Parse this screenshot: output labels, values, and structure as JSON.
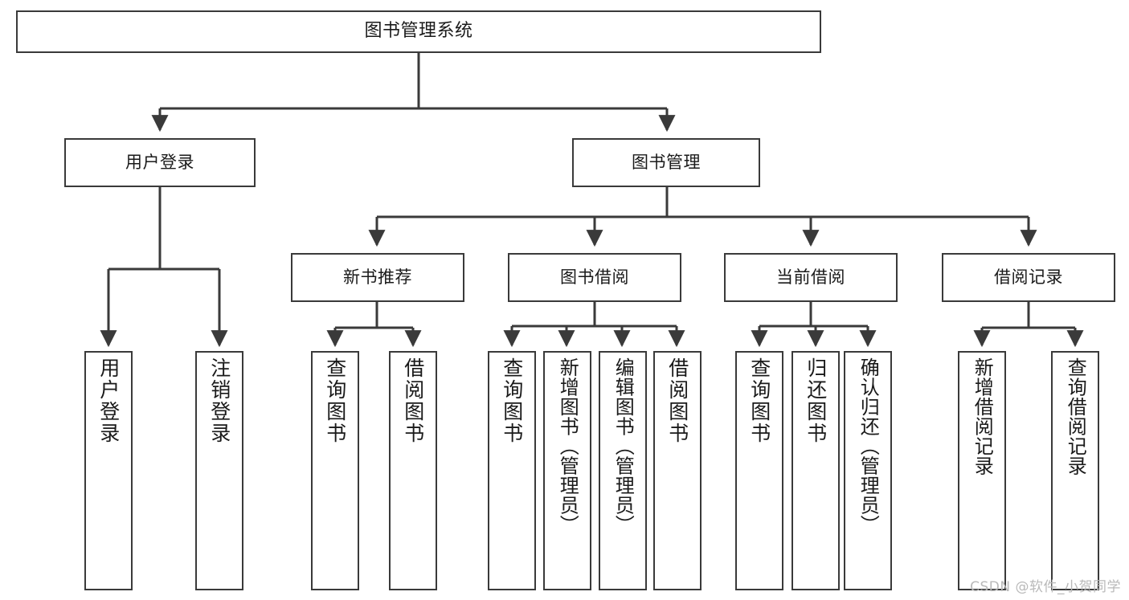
{
  "diagram": {
    "type": "tree-hierarchy-chart",
    "title": "图书管理系统",
    "watermark": "CSDN @软件_小贺同学",
    "colors": {
      "background": "#ffffff",
      "node_border": "#3a3a3a",
      "node_fill": "#ffffff",
      "connector": "#3a3a3a",
      "text": "#1a1a1a",
      "watermark": "#b9b9b9"
    },
    "root": {
      "label": "图书管理系统"
    },
    "level2": [
      {
        "label": "用户登录"
      },
      {
        "label": "图书管理"
      }
    ],
    "level3": [
      {
        "label": "新书推荐"
      },
      {
        "label": "图书借阅"
      },
      {
        "label": "当前借阅"
      },
      {
        "label": "借阅记录"
      }
    ],
    "leaves": {
      "user_login": [
        {
          "label": "用户登录"
        },
        {
          "label": "注销登录"
        }
      ],
      "new_book_recommend": [
        {
          "label": "查询图书"
        },
        {
          "label": "借阅图书"
        }
      ],
      "book_borrow": [
        {
          "label": "查询图书"
        },
        {
          "label": "新增图书（管理员）"
        },
        {
          "label": "编辑图书（管理员）"
        },
        {
          "label": "借阅图书"
        }
      ],
      "current_borrow": [
        {
          "label": "查询图书"
        },
        {
          "label": "归还图书"
        },
        {
          "label": "确认归还（管理员）"
        }
      ],
      "borrow_records": [
        {
          "label": "新增借阅记录"
        },
        {
          "label": "查询借阅记录"
        }
      ]
    }
  }
}
